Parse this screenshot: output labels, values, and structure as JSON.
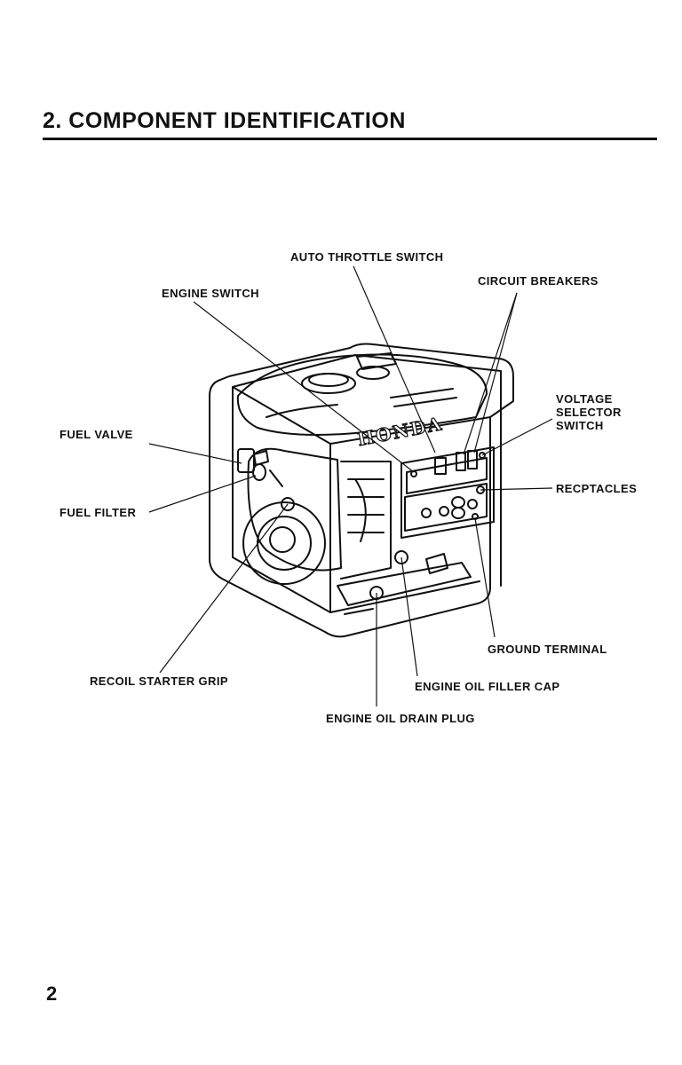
{
  "heading": "2. COMPONENT IDENTIFICATION",
  "page_number": "2",
  "diagram": {
    "brand_logo_text": "HONDA",
    "labels": {
      "auto_throttle_switch": "AUTO THROTTLE SWITCH",
      "circuit_breakers": "CIRCUIT BREAKERS",
      "engine_switch": "ENGINE SWITCH",
      "voltage_selector_switch": [
        "VOLTAGE",
        "SELECTOR",
        "SWITCH"
      ],
      "fuel_valve": "FUEL VALVE",
      "fuel_filter": "FUEL FILTER",
      "receptacles": "RECPTACLES",
      "ground_terminal": "GROUND TERMINAL",
      "recoil_starter_grip": "RECOIL STARTER GRIP",
      "engine_oil_filler_cap": "ENGINE OIL FILLER CAP",
      "engine_oil_drain_plug": "ENGINE OIL DRAIN PLUG"
    }
  }
}
